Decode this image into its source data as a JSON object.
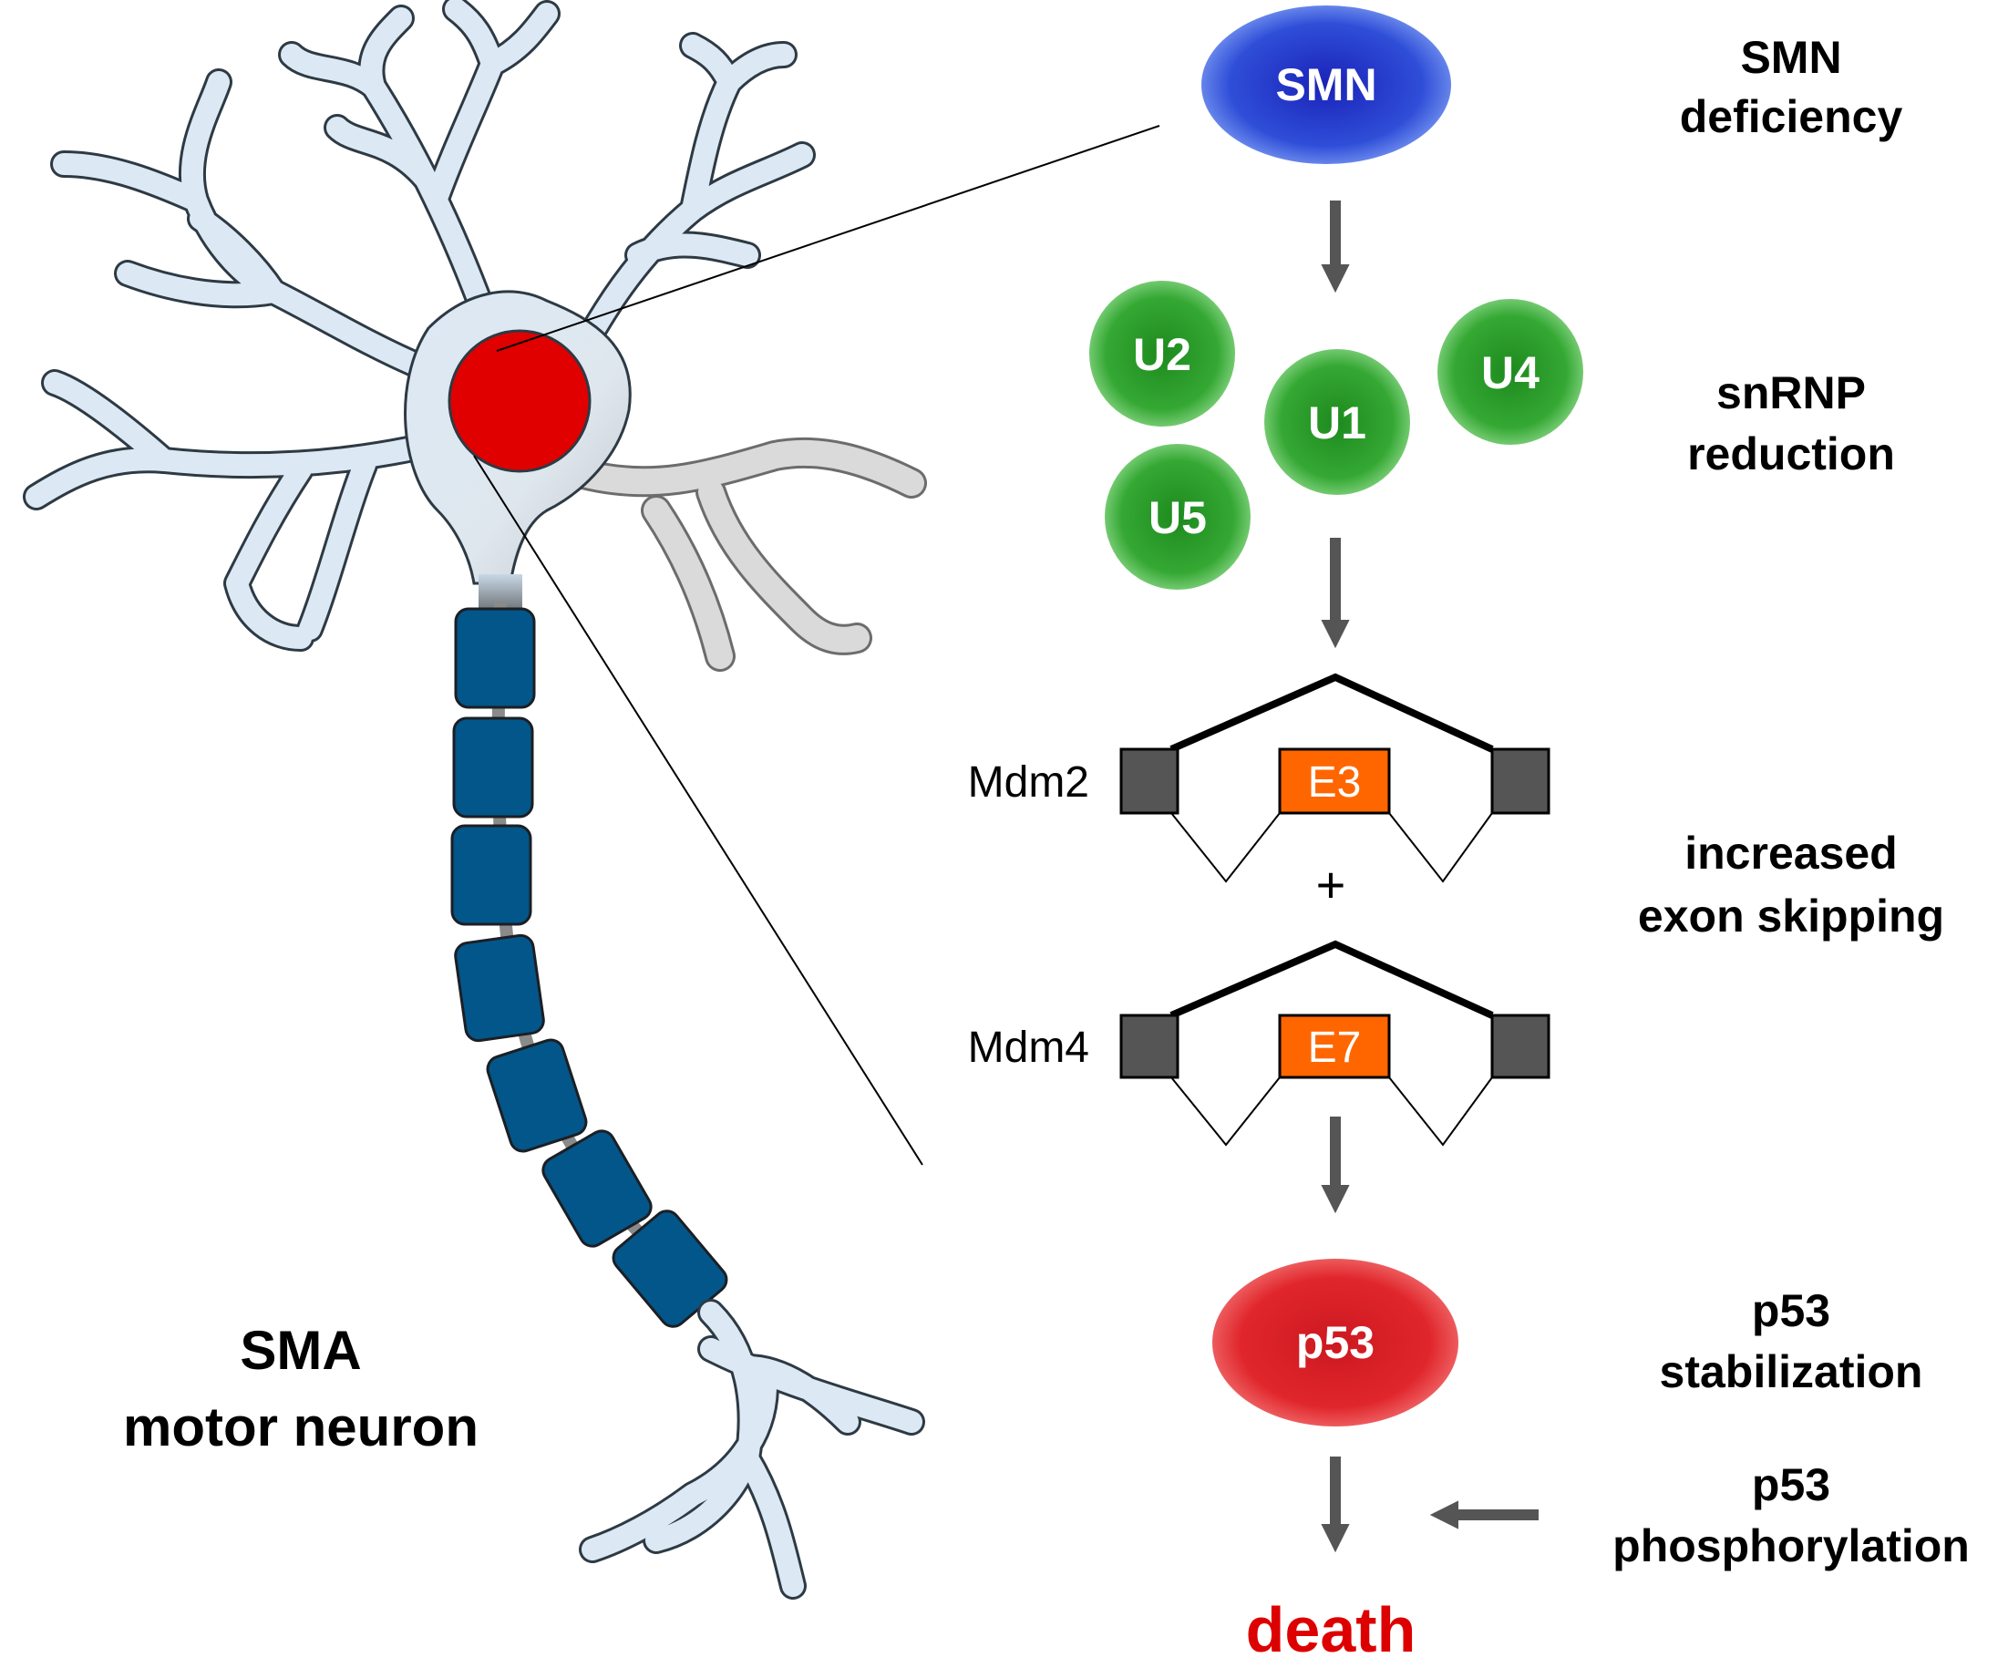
{
  "neuron_label": {
    "line1": "SMA",
    "line2": "motor neuron"
  },
  "smn": {
    "label": "SMN"
  },
  "snrnps": [
    {
      "id": "u2",
      "label": "U2"
    },
    {
      "id": "u1",
      "label": "U1"
    },
    {
      "id": "u4",
      "label": "U4"
    },
    {
      "id": "u5",
      "label": "U5"
    }
  ],
  "genes": [
    {
      "name": "Mdm2",
      "exon": "E3"
    },
    {
      "name": "Mdm4",
      "exon": "E7"
    }
  ],
  "plus_sign": "+",
  "p53": {
    "label": "p53"
  },
  "outcome": "death",
  "steps": {
    "smn_deficiency": {
      "line1": "SMN",
      "line2": "deficiency"
    },
    "snrnp_reduction": {
      "line1": "snRNP",
      "line2": "reduction"
    },
    "exon_skipping": {
      "line1": "increased",
      "line2": "exon skipping"
    },
    "p53_stabilization": {
      "line1": "p53",
      "line2": "stabilization"
    },
    "p53_phosphorylation": {
      "line1": "p53",
      "line2": "phosphorylation"
    }
  },
  "colors": {
    "smn": "#1f35c8",
    "snrnp": "#2fa52c",
    "nucleus": "#e00000",
    "myelin": "#035689",
    "exon": "#ff6600",
    "flank_exon": "#555555",
    "p53": "#d61f26",
    "death": "#dd0000",
    "arrow": "#555555"
  }
}
